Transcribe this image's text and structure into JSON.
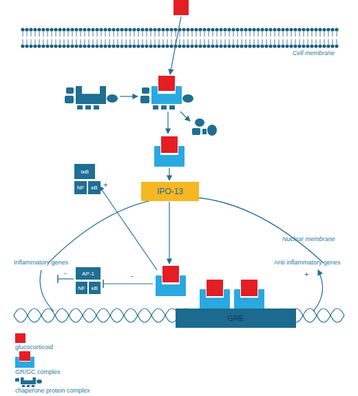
{
  "diagram": {
    "nodes": [
      {
        "text": [
          "IκB"
        ]
      },
      {
        "text": [
          "NF"
        ]
      },
      {
        "text": [
          "κB"
        ]
      },
      {
        "text": [
          "IPO-13"
        ]
      },
      {
        "text": [
          "AP-1"
        ]
      },
      {
        "text": [
          "NF"
        ]
      },
      {
        "text": [
          "κB"
        ]
      },
      {
        "text": [
          "GRE"
        ]
      }
    ],
    "labels": [
      "Cell membrane",
      "+",
      "Nuclear membrane",
      "Inflammatory genes",
      "-",
      "-",
      "Anti inflammatory genes",
      "+"
    ],
    "legend": [
      {
        "text": "glucocorticoid",
        "color": "#e31e24"
      },
      {
        "text": "GR/GC complex"
      },
      {
        "text": "chaperone protein complex"
      }
    ]
  }
}
